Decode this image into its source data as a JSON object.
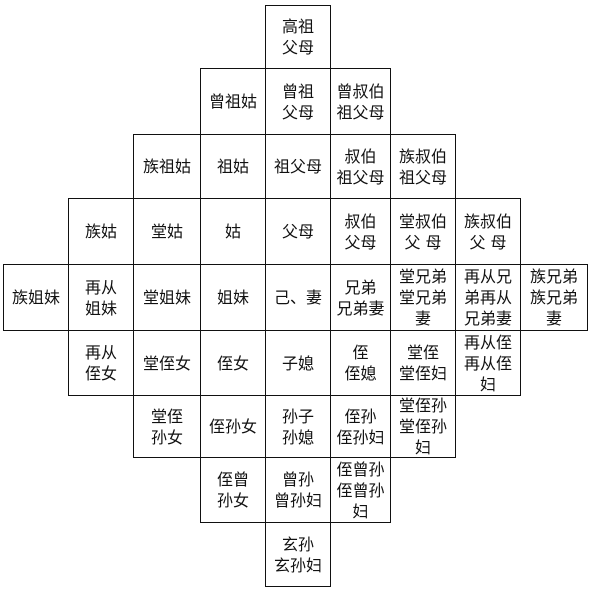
{
  "cells": [
    {
      "row": 0,
      "col": 4,
      "lines": [
        "高祖",
        "父母"
      ]
    },
    {
      "row": 1,
      "col": 3,
      "lines": [
        "曾祖姑"
      ]
    },
    {
      "row": 1,
      "col": 4,
      "lines": [
        "曾祖",
        "父母"
      ]
    },
    {
      "row": 1,
      "col": 5,
      "lines": [
        "曾叔伯",
        "祖父母"
      ]
    },
    {
      "row": 2,
      "col": 2,
      "lines": [
        "族祖姑"
      ]
    },
    {
      "row": 2,
      "col": 3,
      "lines": [
        "祖姑"
      ]
    },
    {
      "row": 2,
      "col": 4,
      "lines": [
        "祖父母"
      ]
    },
    {
      "row": 2,
      "col": 5,
      "lines": [
        "叔伯",
        "祖父母"
      ]
    },
    {
      "row": 2,
      "col": 6,
      "lines": [
        "族叔伯",
        "祖父母"
      ]
    },
    {
      "row": 3,
      "col": 1,
      "lines": [
        "族姑"
      ]
    },
    {
      "row": 3,
      "col": 2,
      "lines": [
        "堂姑"
      ]
    },
    {
      "row": 3,
      "col": 3,
      "lines": [
        "姑"
      ]
    },
    {
      "row": 3,
      "col": 4,
      "lines": [
        "父母"
      ]
    },
    {
      "row": 3,
      "col": 5,
      "lines": [
        "叔伯",
        "父母"
      ]
    },
    {
      "row": 3,
      "col": 6,
      "lines": [
        "堂叔伯",
        "父 母"
      ]
    },
    {
      "row": 3,
      "col": 7,
      "lines": [
        "族叔伯",
        "父 母"
      ]
    },
    {
      "row": 4,
      "col": 0,
      "lines": [
        "族姐妹"
      ]
    },
    {
      "row": 4,
      "col": 1,
      "lines": [
        "再从",
        "姐妹"
      ]
    },
    {
      "row": 4,
      "col": 2,
      "lines": [
        "堂姐妹"
      ]
    },
    {
      "row": 4,
      "col": 3,
      "lines": [
        "姐妹"
      ]
    },
    {
      "row": 4,
      "col": 4,
      "lines": [
        "己、妻"
      ]
    },
    {
      "row": 4,
      "col": 5,
      "lines": [
        "兄弟",
        "兄弟妻"
      ]
    },
    {
      "row": 4,
      "col": 6,
      "lines": [
        "堂兄弟",
        "堂兄弟",
        "妻"
      ]
    },
    {
      "row": 4,
      "col": 7,
      "lines": [
        "再从兄",
        "弟再从",
        "兄弟妻"
      ]
    },
    {
      "row": 4,
      "col": 8,
      "lines": [
        "族兄弟",
        "族兄弟",
        "妻"
      ]
    },
    {
      "row": 5,
      "col": 1,
      "lines": [
        "再从",
        "侄女"
      ]
    },
    {
      "row": 5,
      "col": 2,
      "lines": [
        "堂侄女"
      ]
    },
    {
      "row": 5,
      "col": 3,
      "lines": [
        "侄女"
      ]
    },
    {
      "row": 5,
      "col": 4,
      "lines": [
        "子媳"
      ]
    },
    {
      "row": 5,
      "col": 5,
      "lines": [
        "侄",
        "侄媳"
      ]
    },
    {
      "row": 5,
      "col": 6,
      "lines": [
        "堂侄",
        "堂侄妇"
      ]
    },
    {
      "row": 5,
      "col": 7,
      "lines": [
        "再从侄",
        "再从侄",
        "妇"
      ]
    },
    {
      "row": 6,
      "col": 2,
      "lines": [
        "堂侄",
        "孙女"
      ]
    },
    {
      "row": 6,
      "col": 3,
      "lines": [
        "侄孙女"
      ]
    },
    {
      "row": 6,
      "col": 4,
      "lines": [
        "孙子",
        "孙媳"
      ]
    },
    {
      "row": 6,
      "col": 5,
      "lines": [
        "侄孙",
        "侄孙妇"
      ]
    },
    {
      "row": 6,
      "col": 6,
      "lines": [
        "堂侄孙",
        "堂侄孙",
        "妇"
      ]
    },
    {
      "row": 7,
      "col": 3,
      "lines": [
        "侄曾",
        "孙女"
      ]
    },
    {
      "row": 7,
      "col": 4,
      "lines": [
        "曾孙",
        "曾孙妇"
      ]
    },
    {
      "row": 7,
      "col": 5,
      "lines": [
        "侄曾孙",
        "侄曾孙",
        "妇"
      ]
    },
    {
      "row": 8,
      "col": 4,
      "lines": [
        "玄孙",
        "玄孙妇"
      ]
    }
  ]
}
